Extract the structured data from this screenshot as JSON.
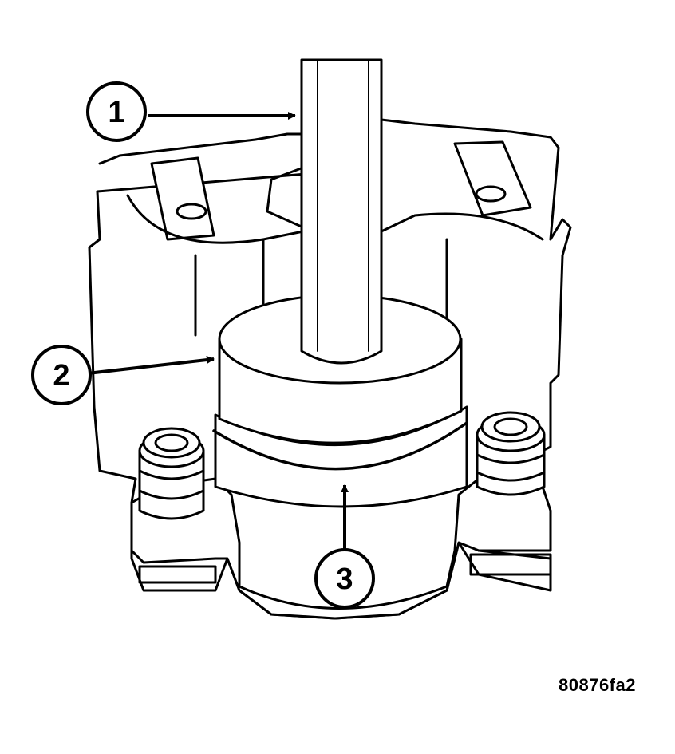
{
  "figure": {
    "id": "80876fa2"
  },
  "callouts": [
    {
      "label": "1"
    },
    {
      "label": "2"
    },
    {
      "label": "3"
    }
  ],
  "colors": {
    "line": "#000000",
    "background": "#ffffff"
  }
}
